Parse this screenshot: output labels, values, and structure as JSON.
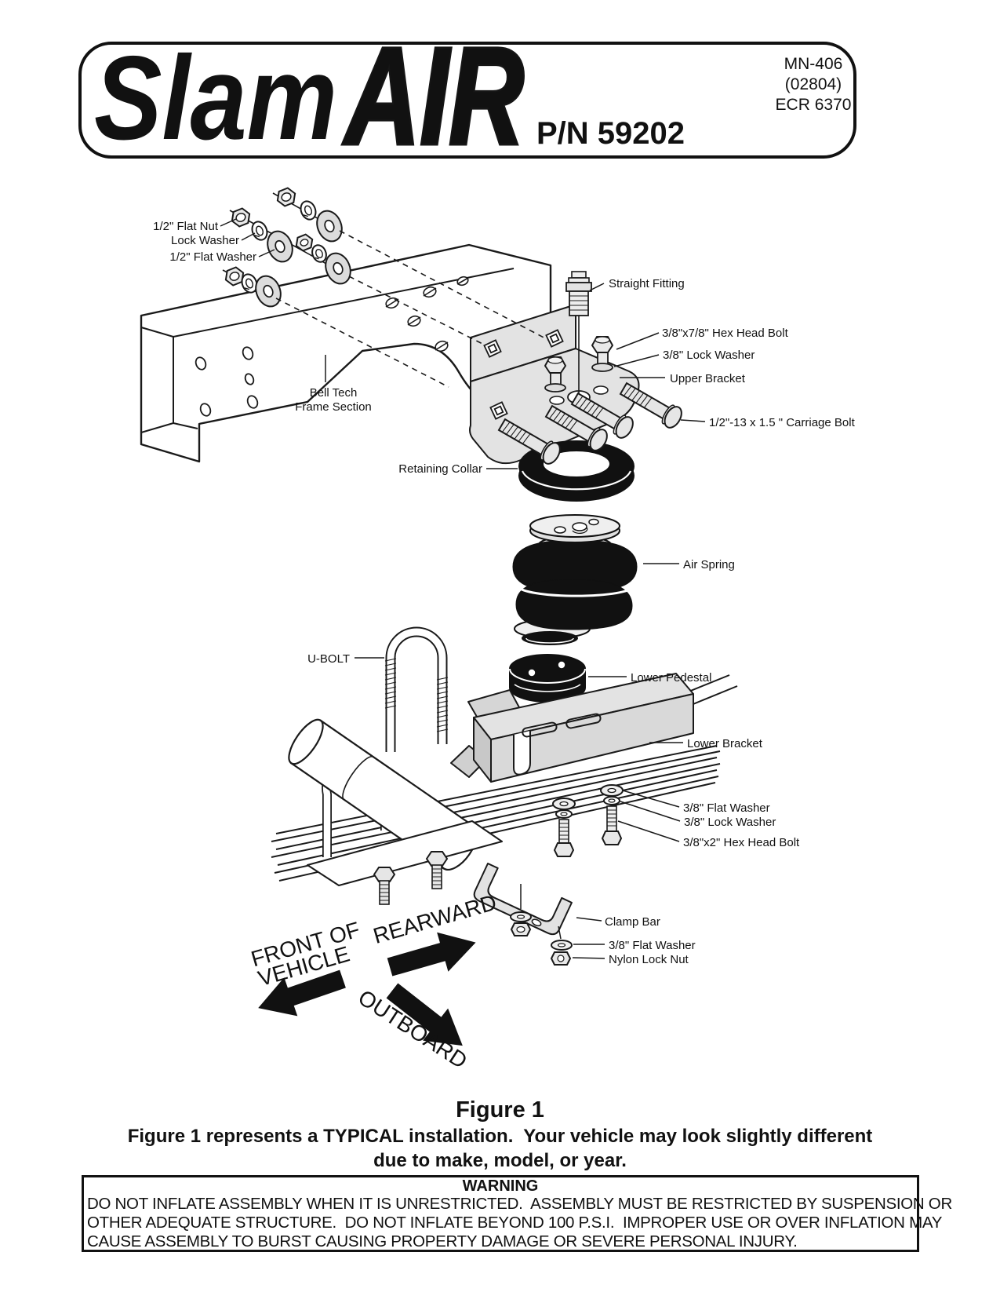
{
  "header": {
    "logo_part1": "Slam",
    "logo_part2": "AIR",
    "part_number": "P/N 59202",
    "doc_number": "MN-406",
    "doc_sub": "(02804)",
    "doc_ecr": "ECR 6370"
  },
  "diagram": {
    "labels": {
      "flat_nut_half": "1/2\" Flat Nut",
      "lock_washer": "Lock Washer",
      "flat_washer_half": "1/2\" Flat Washer",
      "frame_line1": "Bell Tech",
      "frame_line2": "Frame Section",
      "straight_fitting": "Straight Fitting",
      "hex_bolt_78": "3/8\"x7/8\" Hex Head Bolt",
      "lock_washer_38_upper": "3/8\" Lock Washer",
      "upper_bracket": "Upper Bracket",
      "carriage_bolt": "1/2\"-13 x 1.5 \" Carriage Bolt",
      "retaining_collar": "Retaining Collar",
      "air_spring": "Air Spring",
      "u_bolt": "U-BOLT",
      "lower_pedestal": "Lower Pedestal",
      "lower_bracket": "Lower Bracket",
      "flat_washer_38_upper": "3/8\" Flat Washer",
      "lock_washer_38_lower": "3/8\" Lock Washer",
      "hex_bolt_2": "3/8\"x2\" Hex Head Bolt",
      "clamp_bar": "Clamp Bar",
      "flat_washer_38_lower": "3/8\" Flat Washer",
      "nylon_lock_nut": "Nylon Lock Nut"
    },
    "directions": {
      "front_line1": "FRONT OF",
      "front_line2": "VEHICLE",
      "rearward": "REARWARD",
      "outboard": "OUTBOARD"
    }
  },
  "figure": {
    "title": "Figure 1",
    "caption_line1": "Figure 1 represents a TYPICAL installation.  Your vehicle may look slightly different",
    "caption_line2": "due to make, model, or year.",
    "figure_number": "1"
  },
  "warning": {
    "title": "WARNING",
    "line1": "DO NOT INFLATE ASSEMBLY WHEN IT IS UNRESTRICTED.  ASSEMBLY MUST BE RESTRICTED BY SUSPENSION OR",
    "line2": "OTHER ADEQUATE STRUCTURE.  DO NOT INFLATE BEYOND 100 P.S.I.  IMPROPER USE OR OVER INFLATION MAY",
    "line3": "CAUSE ASSEMBLY TO BURST CAUSING PROPERTY DAMAGE OR SEVERE PERSONAL INJURY."
  },
  "colors": {
    "ink": "#1a1a1a",
    "part_light_gray": "#e3e3e3",
    "part_mid_gray": "#d6d6d6",
    "part_black": "#111111",
    "background": "#ffffff"
  }
}
